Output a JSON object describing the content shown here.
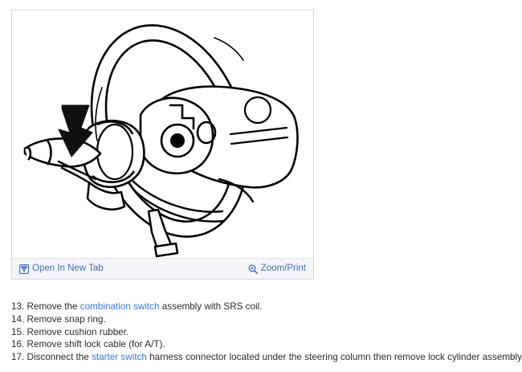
{
  "figure": {
    "alt_title": "Steering wheel and steering column with combination switch",
    "toolbar": {
      "open_in_new_tab": {
        "label": "Open In New Tab",
        "icon": "open-in-new-tab-icon"
      },
      "zoom_print": {
        "label": "Zoom/Print",
        "icon": "magnifier-plus-icon"
      },
      "link_color": "#3f6fb5",
      "background_color": "#f3f5f9"
    },
    "border_color": "#d8d8d8",
    "background_color": "#ffffff",
    "callout": {
      "type": "arrow",
      "points_to": "combination switch / turn signal stalk"
    }
  },
  "steps": [
    {
      "number": "13.",
      "parts": [
        {
          "text": " Remove the ",
          "link": false
        },
        {
          "text": "combination switch",
          "link": true
        },
        {
          "text": " assembly with SRS coil.",
          "link": false
        }
      ]
    },
    {
      "number": "14.",
      "parts": [
        {
          "text": " Remove snap ring.",
          "link": false
        }
      ]
    },
    {
      "number": "15.",
      "parts": [
        {
          "text": " Remove cushion rubber.",
          "link": false
        }
      ]
    },
    {
      "number": "16.",
      "parts": [
        {
          "text": " Remove shift lock cable (for A/T).",
          "link": false
        }
      ]
    },
    {
      "number": "17.",
      "parts": [
        {
          "text": " Disconnect the ",
          "link": false
        },
        {
          "text": "starter switch",
          "link": true
        },
        {
          "text": " harness connector located under the steering column then remove lock cylinder assembly.",
          "link": false
        }
      ]
    }
  ],
  "colors": {
    "text": "#2b2b2b",
    "link": "#3a7bd5",
    "page_background": "#ffffff"
  }
}
